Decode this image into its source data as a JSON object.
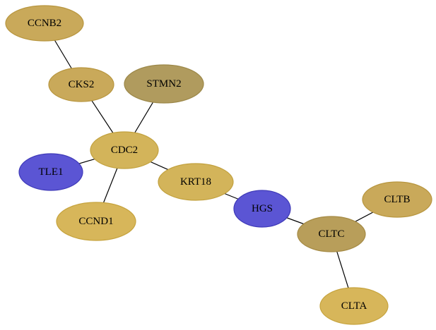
{
  "graph": {
    "nodes": [
      {
        "id": "CCNB2",
        "label": "CCNB2",
        "fill": "#C9A95A",
        "stroke": "#B8963F"
      },
      {
        "id": "CKS2",
        "label": "CKS2",
        "fill": "#C9A95A",
        "stroke": "#B8963F"
      },
      {
        "id": "STMN2",
        "label": "STMN2",
        "fill": "#B09B5E",
        "stroke": "#9C8849"
      },
      {
        "id": "CDC2",
        "label": "CDC2",
        "fill": "#D3B45A",
        "stroke": "#C2A13E"
      },
      {
        "id": "TLE1",
        "label": "TLE1",
        "fill": "#5B55D4",
        "stroke": "#3F3AB8"
      },
      {
        "id": "KRT18",
        "label": "KRT18",
        "fill": "#D3B45A",
        "stroke": "#C2A13E"
      },
      {
        "id": "CCND1",
        "label": "CCND1",
        "fill": "#D7B65A",
        "stroke": "#C6A33D"
      },
      {
        "id": "HGS",
        "label": "HGS",
        "fill": "#5B55D4",
        "stroke": "#3F3AB8"
      },
      {
        "id": "CLTB",
        "label": "CLTB",
        "fill": "#C9A95A",
        "stroke": "#B8963F"
      },
      {
        "id": "CLTC",
        "label": "CLTC",
        "fill": "#B89E5A",
        "stroke": "#A58A44"
      },
      {
        "id": "CLTA",
        "label": "CLTA",
        "fill": "#D7B65A",
        "stroke": "#C6A33D"
      }
    ],
    "edges": [
      {
        "source": "CCNB2",
        "target": "CKS2"
      },
      {
        "source": "CKS2",
        "target": "CDC2"
      },
      {
        "source": "STMN2",
        "target": "CDC2"
      },
      {
        "source": "TLE1",
        "target": "CDC2"
      },
      {
        "source": "CDC2",
        "target": "CCND1"
      },
      {
        "source": "CDC2",
        "target": "KRT18"
      },
      {
        "source": "KRT18",
        "target": "HGS"
      },
      {
        "source": "HGS",
        "target": "CLTC"
      },
      {
        "source": "CLTC",
        "target": "CLTB"
      },
      {
        "source": "CLTC",
        "target": "CLTA"
      }
    ]
  }
}
